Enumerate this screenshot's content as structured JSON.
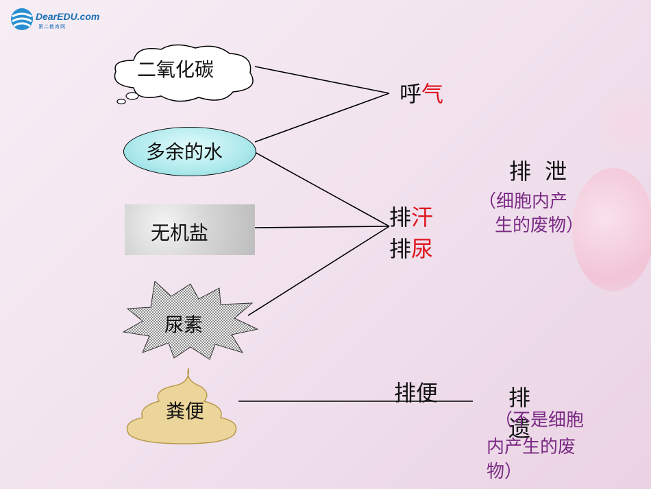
{
  "logo": {
    "text": "DearEDU.com",
    "subtitle": "第二教育网"
  },
  "left_items": {
    "carbon_dioxide": "二氧化碳",
    "excess_water": "多余的水",
    "inorganic_salt": "无机盐",
    "urea": "尿素",
    "feces": "粪便"
  },
  "routes": {
    "breath_prefix": "呼",
    "breath_suffix": "气",
    "sweat_prefix": "排",
    "sweat_suffix": "汗",
    "urine_prefix": "排",
    "urine_suffix": "尿",
    "defecation": "排便"
  },
  "right_notes": {
    "excretion_title": "排 泄",
    "excretion_note_line1": "（细胞内产",
    "excretion_note_line2": "生的废物）",
    "egestion_title_line1": "排",
    "egestion_title_line2": "遗",
    "egestion_note_line1": "（不是细胞",
    "egestion_note_line2": "内产生的废",
    "egestion_note_line3": "物）"
  },
  "colors": {
    "red_accent": "#e0141e",
    "note_purple": "#7a2a84",
    "water_cyan": "#aee9ec",
    "feces_tan": "#ecd59a"
  }
}
